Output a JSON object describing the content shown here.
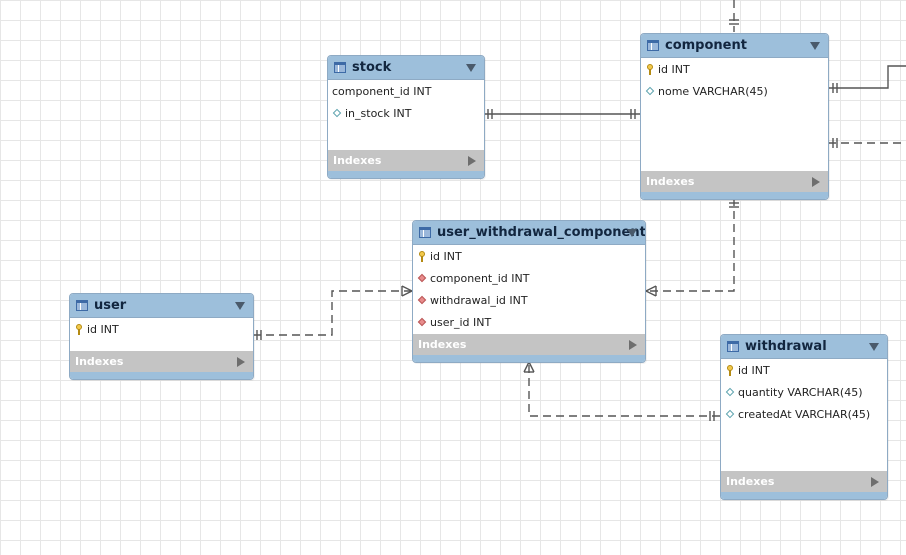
{
  "colors": {
    "header": "#9dbfdb",
    "indexes_bar": "#c4c4c4",
    "relation_line": "#555555",
    "grid": "#e6e6e6"
  },
  "tables": {
    "stock": {
      "title": "stock",
      "columns": [
        {
          "name": "component_id INT",
          "icon": "none"
        },
        {
          "name": "in_stock INT",
          "icon": "diamond-icon"
        }
      ],
      "indexes_label": "Indexes"
    },
    "component": {
      "title": "component",
      "columns": [
        {
          "name": "id INT",
          "icon": "primary-key-icon"
        },
        {
          "name": "nome VARCHAR(45)",
          "icon": "diamond-icon"
        }
      ],
      "indexes_label": "Indexes"
    },
    "user_withdrawal_components": {
      "title": "user_withdrawal_components",
      "columns": [
        {
          "name": "id INT",
          "icon": "primary-key-icon"
        },
        {
          "name": "component_id INT",
          "icon": "foreign-key-icon"
        },
        {
          "name": "withdrawal_id INT",
          "icon": "foreign-key-icon"
        },
        {
          "name": "user_id INT",
          "icon": "foreign-key-icon"
        }
      ],
      "indexes_label": "Indexes"
    },
    "user": {
      "title": "user",
      "columns": [
        {
          "name": "id INT",
          "icon": "primary-key-icon"
        }
      ],
      "indexes_label": "Indexes"
    },
    "withdrawal": {
      "title": "withdrawal",
      "columns": [
        {
          "name": "id INT",
          "icon": "primary-key-icon"
        },
        {
          "name": "quantity VARCHAR(45)",
          "icon": "diamond-icon"
        },
        {
          "name": "createdAt VARCHAR(45)",
          "icon": "diamond-icon"
        }
      ],
      "indexes_label": "Indexes"
    }
  },
  "relationships": [
    {
      "from": "stock",
      "to": "component",
      "style": "solid",
      "cardinality": "one-to-one"
    },
    {
      "from": "component",
      "to": "user_withdrawal_components",
      "style": "dashed",
      "cardinality": "one-to-many"
    },
    {
      "from": "user",
      "to": "user_withdrawal_components",
      "style": "dashed",
      "cardinality": "one-to-many"
    },
    {
      "from": "withdrawal",
      "to": "user_withdrawal_components",
      "style": "dashed",
      "cardinality": "one-to-many"
    },
    {
      "from": "component",
      "to": "offscreen-top",
      "style": "dashed",
      "cardinality": "one"
    },
    {
      "from": "component",
      "to": "offscreen-right",
      "style": "solid",
      "cardinality": "one"
    },
    {
      "from": "component",
      "to": "offscreen-right",
      "style": "dashed",
      "cardinality": "one"
    }
  ]
}
